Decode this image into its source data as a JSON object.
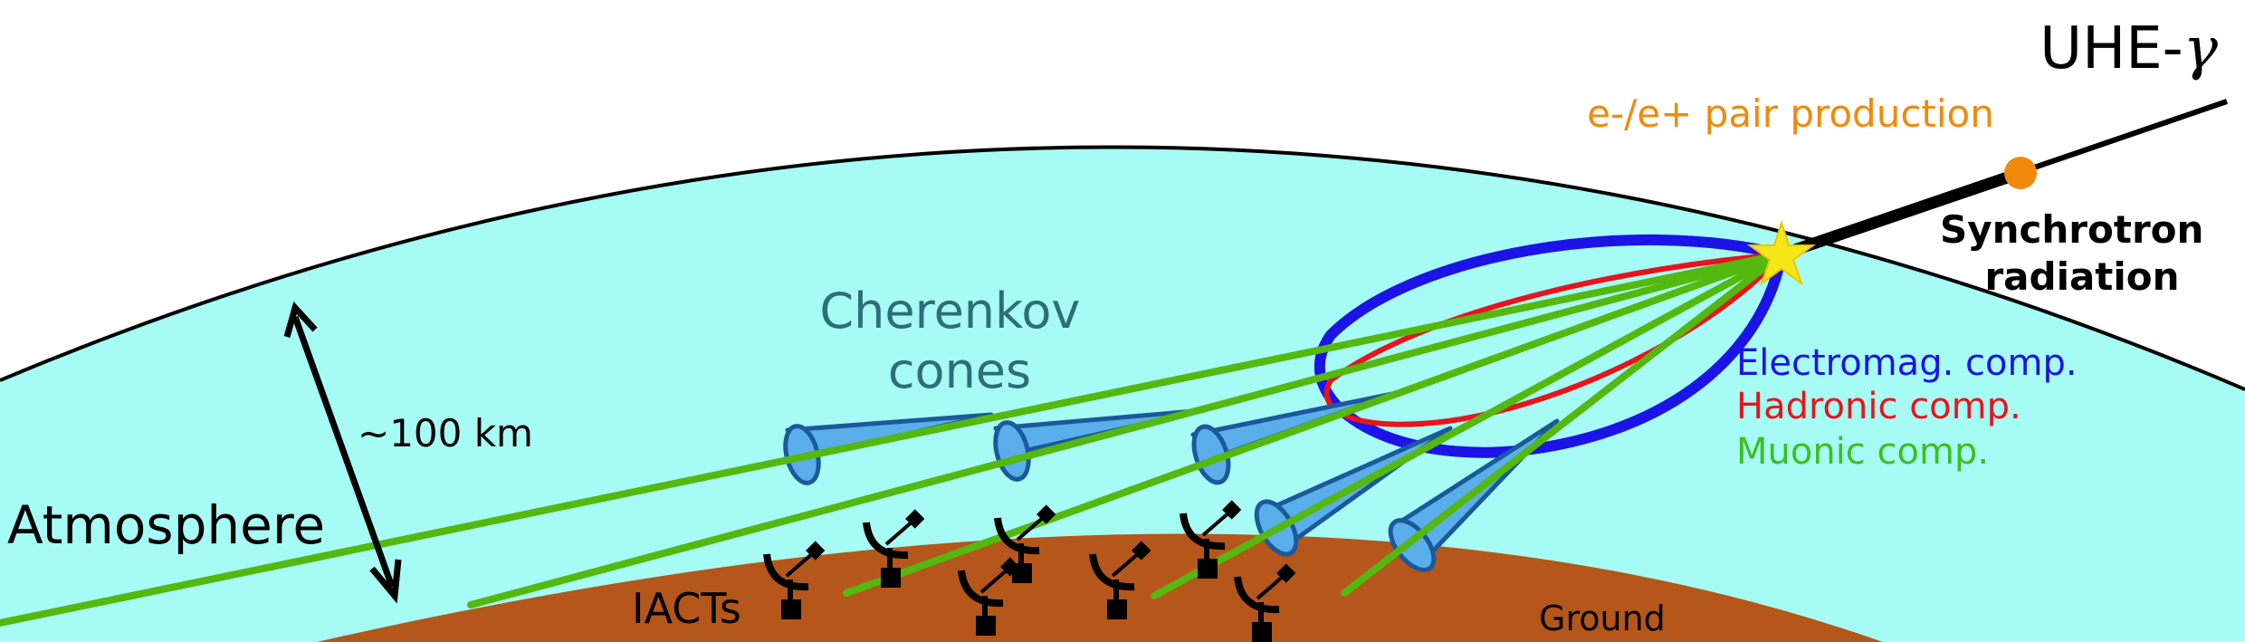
{
  "labels": {
    "primary": "UHE-",
    "primary_symbol": "γ",
    "pair_production": "e-/e+ pair production",
    "synchrotron_line1": "Synchrotron",
    "synchrotron_line2": "radiation",
    "cherenkov_line1": "Cherenkov",
    "cherenkov_line2": "cones",
    "height": "~100 km",
    "atmosphere": "Atmosphere",
    "iacts": "IACTs",
    "ground": "Ground"
  },
  "legend": [
    {
      "label": "Electromag. comp.",
      "color": "#1c14e6"
    },
    {
      "label": "Hadronic comp.",
      "color": "#e8141c"
    },
    {
      "label": "Muonic comp.",
      "color": "#3cc01e"
    }
  ],
  "colors": {
    "sky": "#a6fbf4",
    "ground": "#b5561a",
    "cone_fill": "#5aaeea",
    "cone_stroke": "#1a5a9a",
    "muon_line": "#55b80f",
    "pair_dot": "#f08a0c",
    "pair_text": "#f08a0c",
    "cherenkov_text": "#2e6e78",
    "star": "#f5e61a",
    "electromag": "#1c14e6",
    "hadronic": "#e8141c"
  },
  "icons": [
    "star-icon",
    "telescope-icon",
    "double-arrow-icon"
  ]
}
